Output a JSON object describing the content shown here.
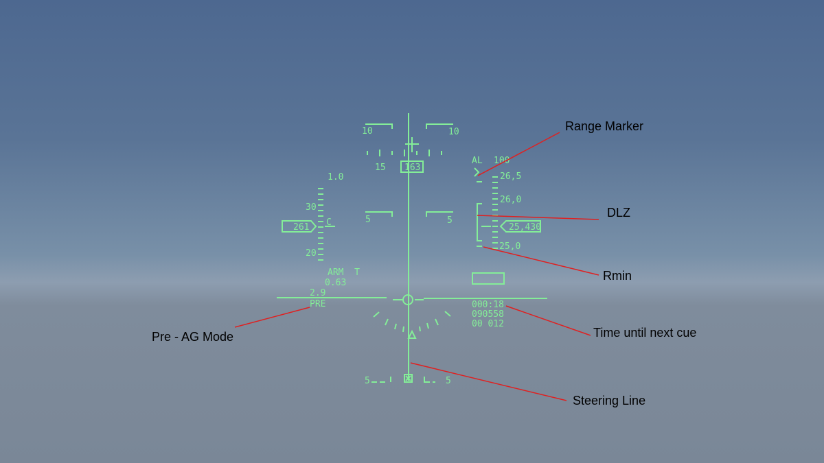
{
  "hud": {
    "pitch_top_left": "10",
    "pitch_top_right": "10",
    "pitch_mid_left": "5",
    "pitch_mid_right": "5",
    "pitch_bot_left": "5",
    "pitch_bot_right": "5",
    "heading_left": "15",
    "heading_box": "163",
    "g_value": "1.0",
    "speed_tick_30": "30",
    "speed_tick_20": "20",
    "speed_box": "261",
    "speed_cue": "C",
    "alt_mode": "AL",
    "alt_value": "100",
    "range_tick_265": "26,5",
    "range_tick_260": "26,0",
    "range_tick_250": "25,0",
    "range_box": "25,430",
    "arm_status": "ARM  T",
    "mach": "0.63",
    "max_g": "2.9",
    "ag_mode": "PRE",
    "time_to_cue": "000:18",
    "line2": "090558",
    "line3": "00 012",
    "color": "#84ee98"
  },
  "annotations": {
    "range_marker": "Range Marker",
    "dlz": "DLZ",
    "rmin": "Rmin",
    "time_until_next_cue": "Time until next cue",
    "pre_ag_mode": "Pre - AG Mode",
    "steering_line": "Steering Line",
    "color": "#e02020"
  }
}
